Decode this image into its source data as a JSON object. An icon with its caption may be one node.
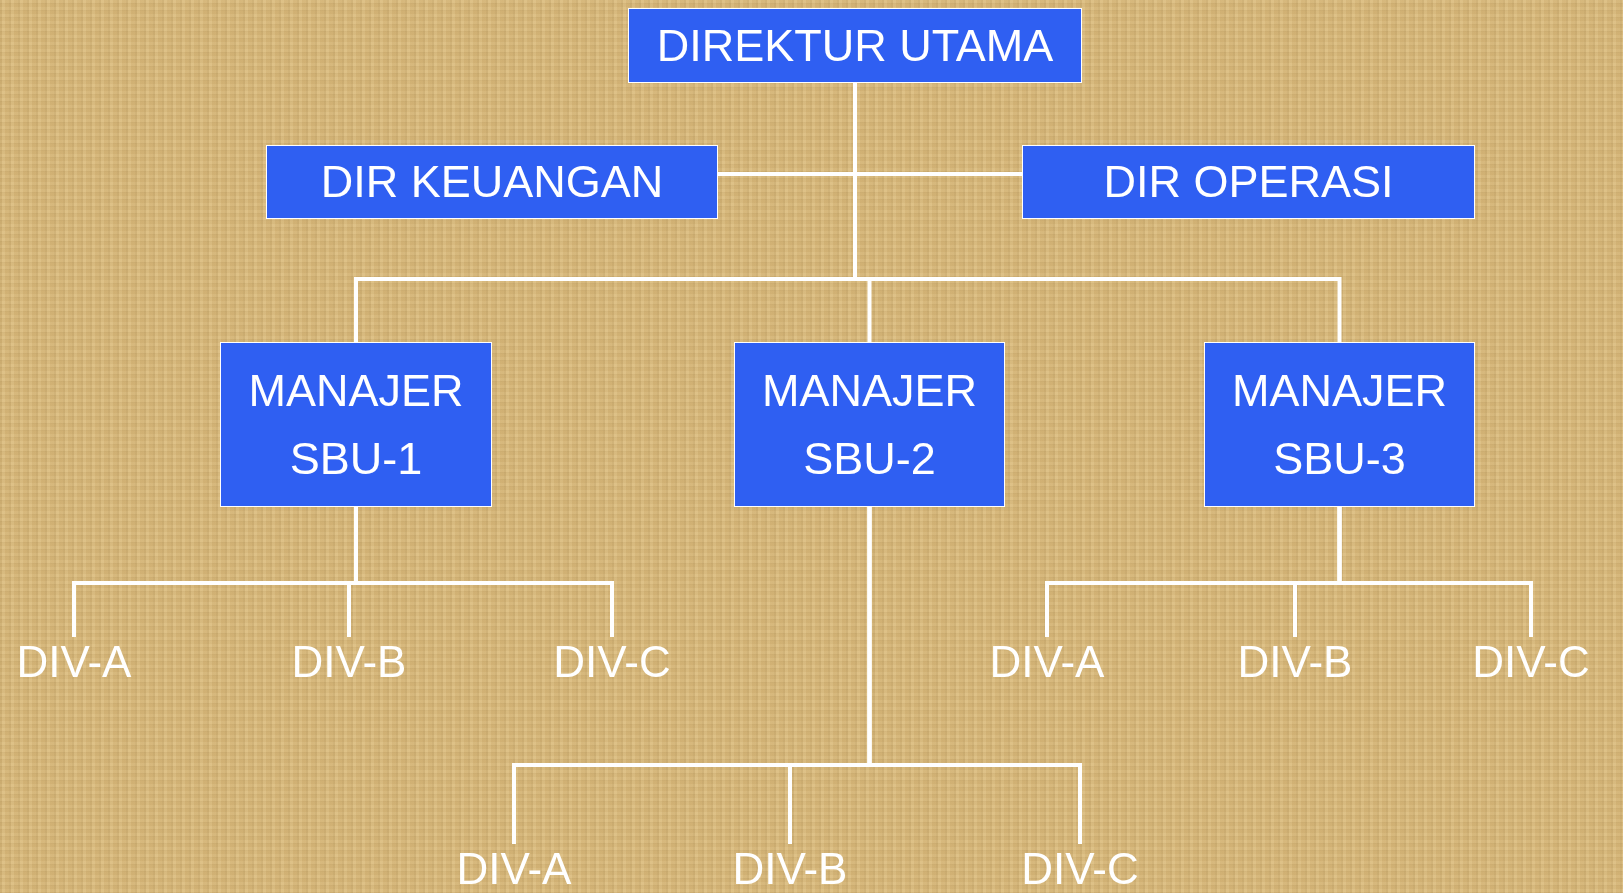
{
  "diagram": {
    "nodes": [
      {
        "text": [
          "DIREKTUR UTAMA"
        ]
      },
      {
        "text": [
          "DIR KEUANGAN"
        ]
      },
      {
        "text": [
          "DIR OPERASI"
        ]
      },
      {
        "text": [
          "MANAJER SBU-1"
        ]
      },
      {
        "text": [
          "MANAJER SBU-2"
        ]
      },
      {
        "text": [
          "MANAJER SBU-3"
        ]
      },
      {
        "text": [
          "DIV-A"
        ]
      },
      {
        "text": [
          "DIV-B"
        ]
      },
      {
        "text": [
          "DIV-C"
        ]
      },
      {
        "text": [
          "DIV-A"
        ]
      },
      {
        "text": [
          "DIV-B"
        ]
      },
      {
        "text": [
          "DIV-C"
        ]
      },
      {
        "text": [
          "DIV-A"
        ]
      },
      {
        "text": [
          "DIV-B"
        ]
      },
      {
        "text": [
          "DIV-C"
        ]
      }
    ],
    "edges": [
      {
        "from": 0,
        "to": 1,
        "arrow": "none"
      },
      {
        "from": 0,
        "to": 2,
        "arrow": "none"
      },
      {
        "from": 0,
        "to": 3,
        "arrow": "none"
      },
      {
        "from": 0,
        "to": 4,
        "arrow": "none"
      },
      {
        "from": 0,
        "to": 5,
        "arrow": "none"
      },
      {
        "from": 3,
        "to": 6,
        "arrow": "none"
      },
      {
        "from": 3,
        "to": 7,
        "arrow": "none"
      },
      {
        "from": 3,
        "to": 8,
        "arrow": "none"
      },
      {
        "from": 5,
        "to": 9,
        "arrow": "none"
      },
      {
        "from": 5,
        "to": 10,
        "arrow": "none"
      },
      {
        "from": 5,
        "to": 11,
        "arrow": "none"
      },
      {
        "from": 4,
        "to": 12,
        "arrow": "none"
      },
      {
        "from": 4,
        "to": 13,
        "arrow": "none"
      },
      {
        "from": 4,
        "to": 14,
        "arrow": "none"
      }
    ]
  }
}
